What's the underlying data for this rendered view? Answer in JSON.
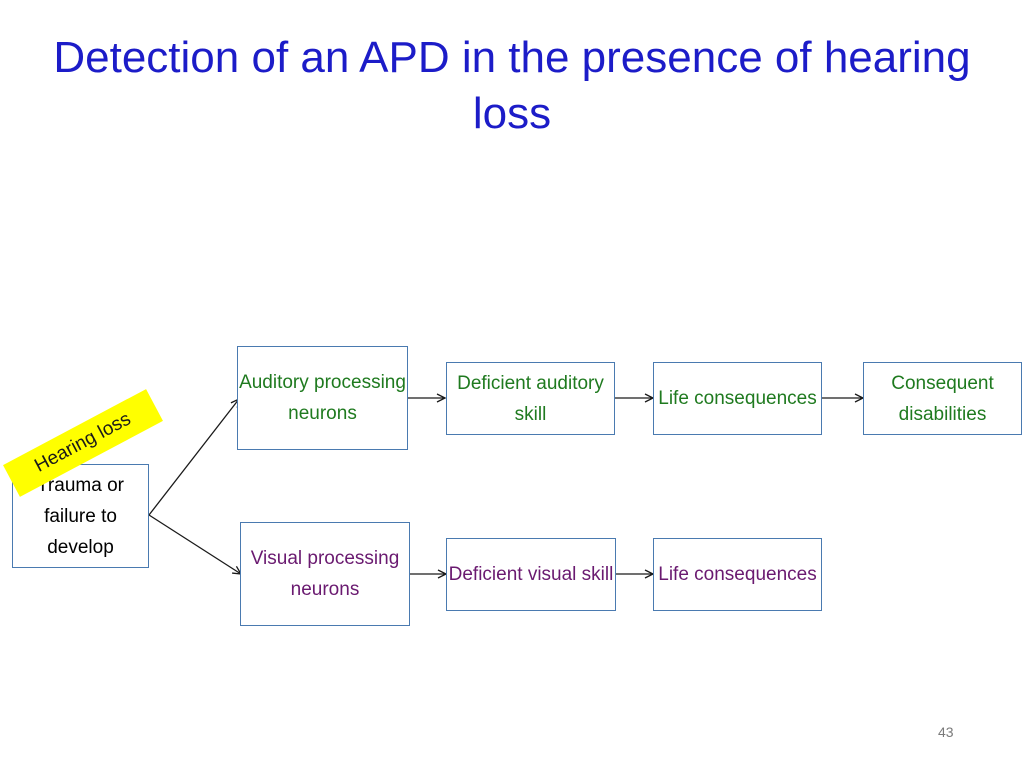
{
  "slide": {
    "title": "Detection of an APD in the presence of hearing loss",
    "page_number": "43"
  },
  "diagram": {
    "source": "Trauma or failure to develop",
    "overlay_label": "Hearing loss",
    "auditory_row": [
      "Auditory processing neurons",
      "Deficient auditory skill",
      "Life consequences",
      "Consequent disabilities"
    ],
    "visual_row": [
      "Visual processing neurons",
      "Deficient visual skill",
      "Life consequences"
    ]
  },
  "colors": {
    "title": "#1c1cc8",
    "auditory_text": "#1f7a1f",
    "visual_text": "#6a1a70",
    "box_border": "#4a7ab0",
    "banner": "#ffff00"
  }
}
